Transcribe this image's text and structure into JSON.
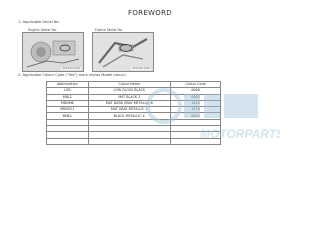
{
  "page": {
    "title": "FOREWORD"
  },
  "section1": {
    "label": "1.  Applicable Serial No.",
    "engine_caption": "Engine Serial No.",
    "frame_caption": "Frame Serial No.",
    "engine_photo_code": "XXX-XXX-XXXX",
    "frame_photo_code": "XXX-XXX-XXXX"
  },
  "section2": {
    "label": "2.  Applicable Colour Code (\"Yes\") mark shows Model colour.)",
    "table": {
      "headers": [
        "Abbreviation",
        "Colour Name",
        "Colour Code"
      ],
      "rows": [
        [
          "LGB",
          "LOW GLOSS BLACK",
          "0066"
        ],
        [
          "MBL2",
          "MAT BLACK 2",
          "0082"
        ],
        [
          "MDNM6",
          "MAT DARK GRAY METALLIC 6",
          "1410"
        ],
        [
          "MRNGY1",
          "MAT GRAY METALLIC 1",
          "1276"
        ],
        [
          "BMK1",
          "BLACK METALLIC X",
          "0903"
        ],
        [
          "",
          "",
          ""
        ],
        [
          "",
          "",
          ""
        ],
        [
          "",
          "",
          ""
        ],
        [
          "",
          "",
          ""
        ]
      ]
    }
  },
  "watermark": {
    "text": "MOTORPARTS",
    "color": "#9fc3d8"
  }
}
